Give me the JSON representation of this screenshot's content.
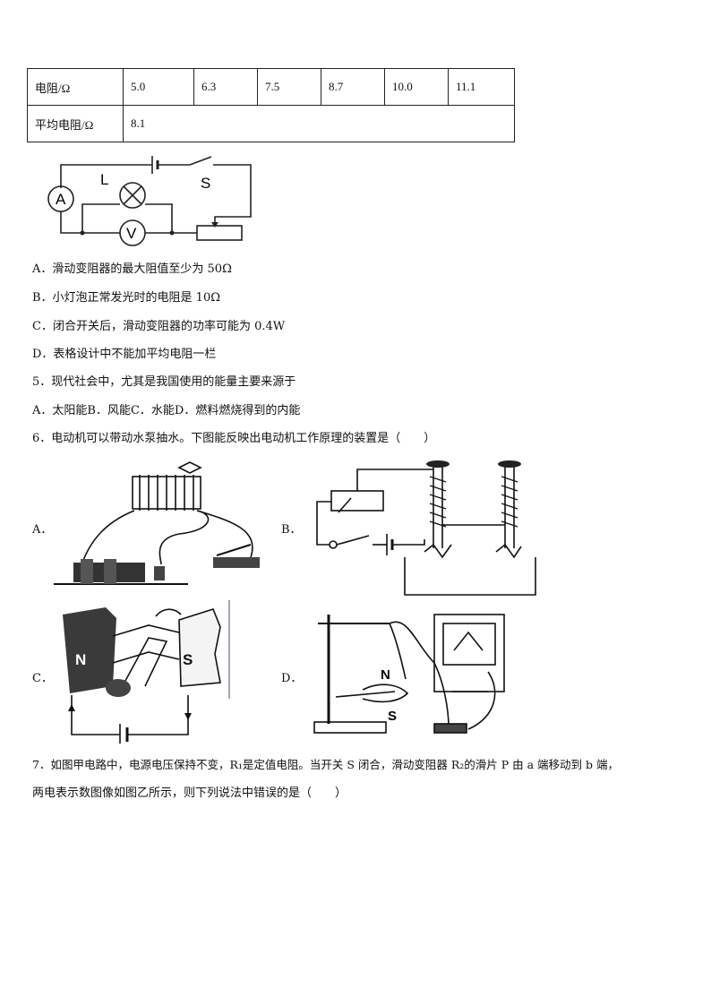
{
  "table": {
    "row1": {
      "header": "电阻/Ω",
      "values": [
        "5.0",
        "6.3",
        "7.5",
        "8.7",
        "10.0",
        "11.1"
      ]
    },
    "row2": {
      "header": "平均电阻/Ω",
      "value": "8.1"
    }
  },
  "circuit": {
    "ammeter": "A",
    "lamp": "L",
    "voltmeter": "V",
    "switch": "S"
  },
  "q4_options": {
    "A": "A．滑动变阻器的最大阻值至少为 50Ω",
    "B": "B．小灯泡正常发光时的电阻是 10Ω",
    "C": "C．闭合开关后，滑动变阻器的功率可能为 0.4W",
    "D": "D．表格设计中不能加平均电阻一栏"
  },
  "q5": {
    "stem": "5．现代社会中，尤其是我国使用的能量主要来源于",
    "A": "A．太阳能",
    "B": "B．风能",
    "C": "C．水能",
    "D": "D．燃料燃烧得到的内能"
  },
  "q6": {
    "stem": "6．电动机可以带动水泵抽水。下图能反映出电动机工作原理的装置是（　　）",
    "labels": {
      "A": "A．",
      "B": "B．",
      "C": "C．",
      "D": "D．"
    },
    "magnet_n": "N",
    "magnet_s": "S"
  },
  "q7": {
    "line1": "7．如图甲电路中，电源电压保持不变，R₁是定值电阻。当开关 S 闭合，滑动变阻器 R₂的滑片 P 由 a 端移动到 b 端，",
    "line2": "两电表示数图像如图乙所示，则下列说法中错误的是（　　）"
  }
}
